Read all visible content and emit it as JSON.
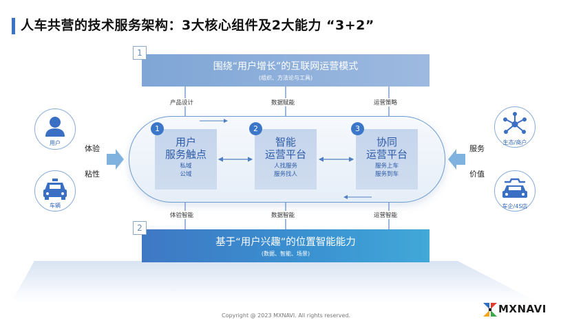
{
  "title": "人车共营的技术服务架构：3大核心组件及2大能力 “3+2”",
  "top_band": {
    "number": "1",
    "main": "围绕“用户增长”的互联网运营模式",
    "sub": "(组织、方法论与工具)"
  },
  "bottom_band": {
    "number": "2",
    "main": "基于“用户兴趣”的位置智能能力",
    "sub": "(数据、智能、场景)"
  },
  "top_connectors": [
    "产品设计",
    "数据赋能",
    "运营策略"
  ],
  "bottom_connectors": [
    "体验智能",
    "数据智能",
    "运营智能"
  ],
  "cards": [
    {
      "number": "1",
      "title_line1": "用户",
      "title_line2": "服务触点",
      "sub_line1": "私域",
      "sub_line2": "公域"
    },
    {
      "number": "2",
      "title_line1": "智能",
      "title_line2": "运营平台",
      "sub_line1": "人找服务",
      "sub_line2": "服务找人"
    },
    {
      "number": "3",
      "title_line1": "协同",
      "title_line2": "运营平台",
      "sub_line1": "服务上车",
      "sub_line2": "服务到车"
    }
  ],
  "left": {
    "icons": [
      "用户",
      "车辆"
    ],
    "labels": [
      "体验",
      "粘性"
    ]
  },
  "right": {
    "icons": [
      "生态/商户",
      "车企/4S店"
    ],
    "labels": [
      "服务",
      "价值"
    ]
  },
  "copyright": "Copyright @ 2023  MXNAVI.  All rights reserved.",
  "logo": "MXNAVI",
  "colors": {
    "accent": "#3b76c8",
    "top_band": "#8eb0dc",
    "bottom_band": "#3a8ccf",
    "card": "#c9d8ed"
  }
}
